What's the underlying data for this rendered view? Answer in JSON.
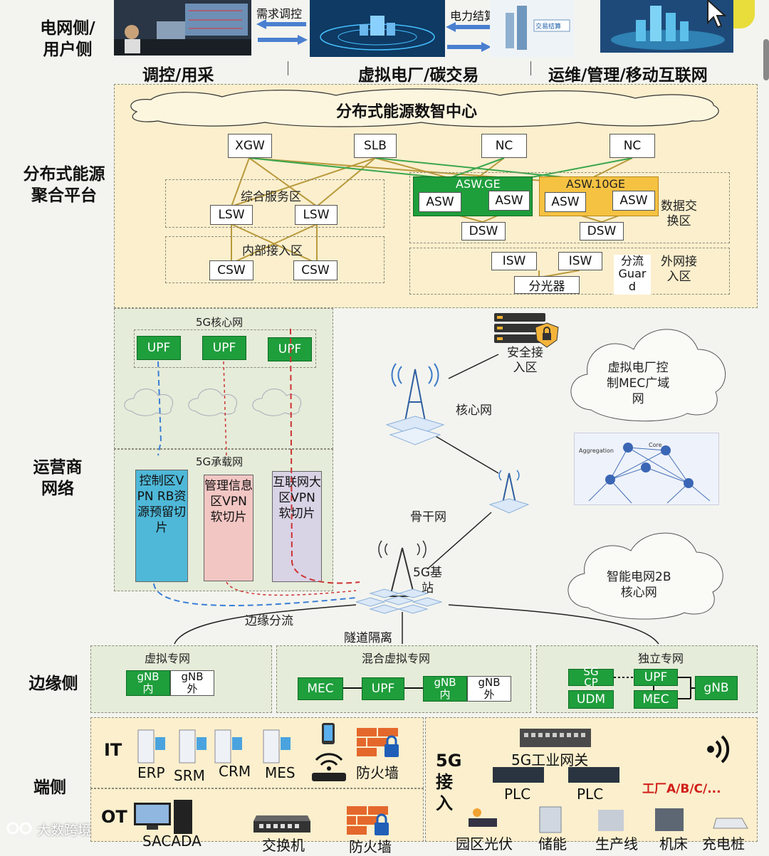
{
  "rows": {
    "grid_user": "电网侧/\n用户侧",
    "platform": "分布式能源\n聚合平台",
    "operator": "运营商\n网络",
    "edge": "边缘侧",
    "terminal": "端侧"
  },
  "top": {
    "demand": "需求调控",
    "settlement": "电力结算",
    "label1": "调控/用采",
    "label2": "虚拟电厂/碳交易",
    "label3": "运维/管理/移动互联网",
    "mini_logo": "交易结算"
  },
  "platform": {
    "center_title": "分布式能源数智中心",
    "xgw": "XGW",
    "slb": "SLB",
    "nc1": "NC",
    "nc2": "NC",
    "service_zone": "综合服务区",
    "lsw1": "LSW",
    "lsw2": "LSW",
    "inner_zone": "内部接入区",
    "csw1": "CSW",
    "csw2": "CSW",
    "asw_ge_title": "ASW.GE",
    "asw_10ge_title": "ASW.10GE",
    "asw1": "ASW",
    "asw2": "ASW",
    "asw3": "ASW",
    "asw4": "ASW",
    "dsw1": "DSW",
    "dsw2": "DSW",
    "data_zone": "数据交\n换区",
    "isw1": "ISW",
    "isw2": "ISW",
    "splitter": "分光器",
    "guard": "分流\nGuar\nd",
    "ext_zone": "外网接\n入区"
  },
  "operator": {
    "core_title": "5G核心网",
    "upf1": "UPF",
    "upf2": "UPF",
    "upf3": "UPF",
    "bearer_title": "5G承载网",
    "col1": "控制区VPN RB资源预留切片",
    "col2": "管理信息区VPN软切片",
    "col3": "互联网大区VPN软切片",
    "security": "安全接\n入区",
    "core_net": "核心网",
    "backbone": "骨干网",
    "base_station": "5G基\n站",
    "edge_offload": "边缘分流",
    "tunnel": "隧道隔离",
    "cloud1": "虚拟电厂控\n制MEC广域\n网",
    "cloud2": "智能电网2B\n核心网",
    "topo_aggregation": "Aggregation",
    "topo_core": "Core"
  },
  "edge": {
    "virtual_title": "虚拟专网",
    "gnb_in": "gNB\n内",
    "gnb_out": "gNB\n外",
    "hybrid_title": "混合虚拟专网",
    "mec": "MEC",
    "upf": "UPF",
    "gnb_in2": "gNB\n内",
    "gnb_out2": "gNB\n外",
    "standalone_title": "独立专网",
    "sgcp": "SG\nCP",
    "udm": "UDM",
    "upf3": "UPF",
    "mec3": "MEC",
    "gnb3": "gNB"
  },
  "terminal": {
    "it": "IT",
    "erp": "ERP",
    "srm": "SRM",
    "crm": "CRM",
    "mes": "MES",
    "firewall": "防火墙",
    "ot": "OT",
    "scada": "SACADA",
    "switch": "交换机",
    "firewall2": "防火墙",
    "access_5g": "5G\n接\n入",
    "gateway": "5G工业网关",
    "plc1": "PLC",
    "plc2": "PLC",
    "factory": "工厂A/B/C/...",
    "pv": "园区光伏",
    "storage": "储能",
    "production": "生产线",
    "machine": "机床",
    "charging": "充电桩"
  },
  "watermark": "大数跨境",
  "colors": {
    "platform_bg": "#fbefcd",
    "operator_bg": "#e5ecd9",
    "green": "#1f9e3c",
    "gold": "#f5c242",
    "blue_col": "#4fb8d8",
    "pink_col": "#f2c6c3",
    "purple_col": "#d9d3e6",
    "factory_red": "#d0201a"
  }
}
